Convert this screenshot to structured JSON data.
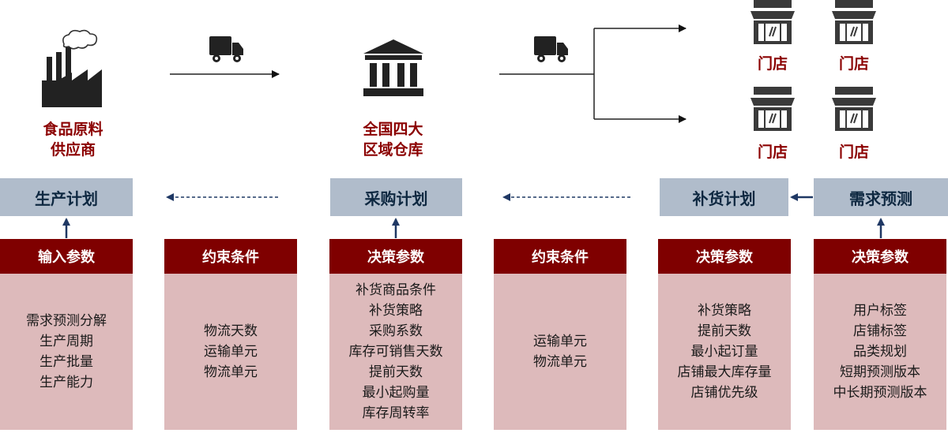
{
  "nodes": {
    "supplier": {
      "line1": "食品原料",
      "line2": "供应商"
    },
    "warehouse": {
      "line1": "全国四大",
      "line2": "区域仓库"
    },
    "stores": [
      "门店",
      "门店",
      "门店",
      "门店"
    ]
  },
  "plans": {
    "production": "生产计划",
    "purchase": "采购计划",
    "replenishment": "补货计划",
    "forecast": "需求预测"
  },
  "columns": [
    {
      "header": "输入参数",
      "items": [
        "需求预测分解",
        "生产周期",
        "生产批量",
        "生产能力"
      ]
    },
    {
      "header": "约束条件",
      "items": [
        "物流天数",
        "运输单元",
        "物流单元"
      ]
    },
    {
      "header": "决策参数",
      "items": [
        "补货商品条件",
        "补货策略",
        "采购系数",
        "库存可销售天数",
        "提前天数",
        "最小起购量",
        "库存周转率"
      ]
    },
    {
      "header": "约束条件",
      "items": [
        "运输单元",
        "物流单元"
      ]
    },
    {
      "header": "决策参数",
      "items": [
        "补货策略",
        "提前天数",
        "最小起订量",
        "店铺最大库存量",
        "店铺优先级"
      ]
    },
    {
      "header": "决策参数",
      "items": [
        "用户标签",
        "店铺标签",
        "品类规划",
        "短期预测版本",
        "中长期预测版本"
      ]
    }
  ],
  "colors": {
    "brand_red": "#8B0000",
    "header_red": "#7F0000",
    "plan_blue_gray": "#B0BCCB",
    "body_pink": "#DDBABB",
    "navy": "#0E2841"
  }
}
